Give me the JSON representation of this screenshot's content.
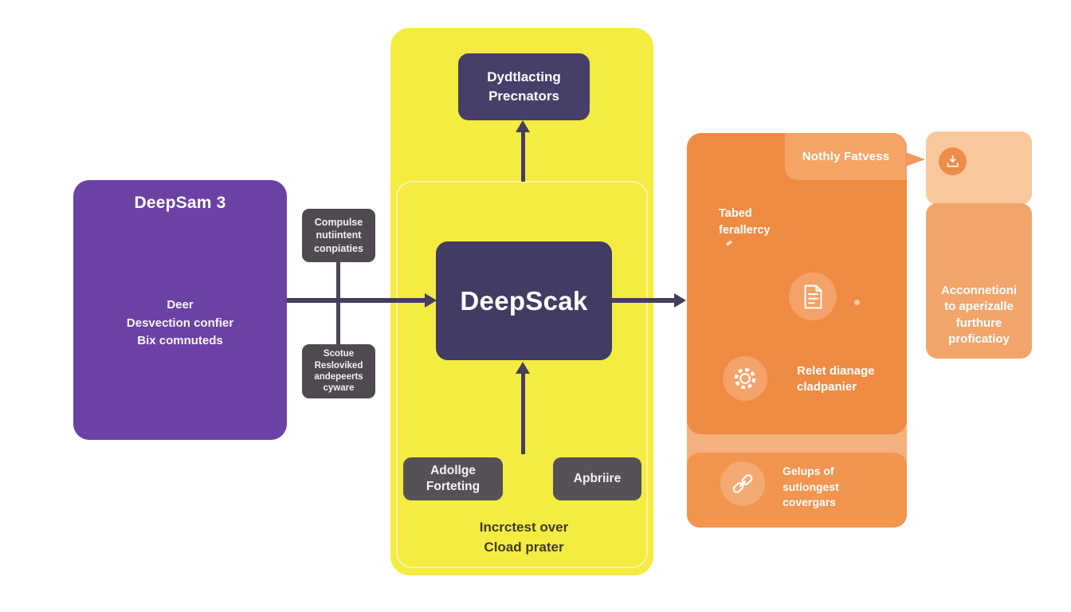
{
  "diagram": {
    "purple_box": {
      "title": "DeepSam 3",
      "lines": [
        "Deer",
        "Desvection confier",
        "Bix comnuteds"
      ]
    },
    "connector_box_top": {
      "lines": [
        "Compulse",
        "nutiintent",
        "conpiaties"
      ]
    },
    "connector_box_bottom": {
      "lines": [
        "Scotue",
        "Resloviked",
        "andepeerts",
        "cyware"
      ]
    },
    "yellow_panel": {
      "predators_box": {
        "lines": [
          "Dydtlacting",
          "Precnators"
        ]
      },
      "center_box": {
        "label": "DeepScak"
      },
      "bottom_left_box": {
        "lines": [
          "Adollge",
          "Forteting"
        ]
      },
      "bottom_right_box": {
        "label": "Apbriire"
      },
      "caption": {
        "lines": [
          "Incrctest over",
          "Cload prater"
        ]
      }
    },
    "orange_panel": {
      "header": "Nothly Fatvess",
      "item_tabed": {
        "lines": [
          "Tabed",
          "ferallercy"
        ]
      },
      "item_document": {
        "icon": "document-icon"
      },
      "item_gear": {
        "icon": "gear-icon",
        "lines": [
          "Relet dianage",
          "cladpanier"
        ]
      },
      "footer": {
        "icon": "link-icon",
        "lines": [
          "Gelups of",
          "sutiongest",
          "covergars"
        ]
      }
    },
    "side_boxes": {
      "icon_box": {
        "icon": "inbox-arrow-icon"
      },
      "text_box": {
        "lines": [
          "Acconnetioni",
          "to aperizalle",
          "furthure",
          "proficatioy"
        ]
      }
    },
    "colors": {
      "purple": "#6b42a4",
      "navy": "#423b63",
      "arrow": "#443e5f",
      "dark_gray": "#4f4a51",
      "yellow": "#f4ec40",
      "orange": "#f08b44",
      "orange_light": "#f5b17d",
      "orange_tab": "#f4a467",
      "orange_footer": "#f1954f",
      "side_light": "#f8c89d",
      "side_medium": "#f2a56b",
      "caption_text": "#3f3a28"
    }
  }
}
